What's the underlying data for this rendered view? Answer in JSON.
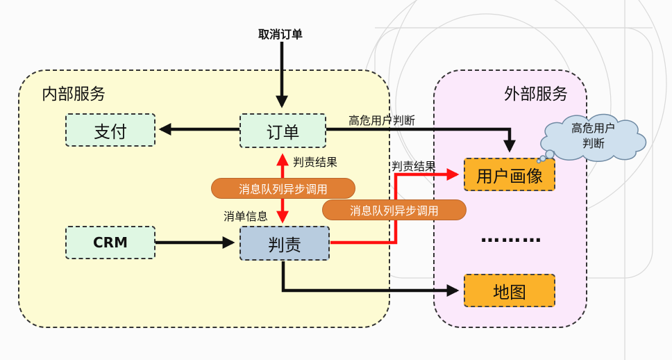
{
  "groups": {
    "internal": {
      "title": "内部服务"
    },
    "external": {
      "title": "外部服务"
    }
  },
  "nodes": {
    "payment": "支付",
    "order": "订单",
    "crm": "CRM",
    "judge": "判责",
    "user_profile": "用户画像",
    "map": "地图",
    "more": "………"
  },
  "edge_labels": {
    "cancel_order": "取消订单",
    "high_risk_user": "高危用户判断",
    "judge_result_up": "判责结果",
    "judge_result_right": "判责结果",
    "cancel_info": "消单信息",
    "mq_async_1": "消息队列异步调用",
    "mq_async_2": "消息队列异步调用"
  },
  "cloud": {
    "line1": "高危用户",
    "line2": "判断"
  },
  "colors": {
    "internal_bg": "#fdfbd3",
    "external_bg": "#fbe9fb",
    "green_node": "#dff7e3",
    "blue_node": "#b8ccdf",
    "orange_node": "#fbb22a",
    "pill": "#e07f34",
    "red_arrow": "#ff1010"
  }
}
